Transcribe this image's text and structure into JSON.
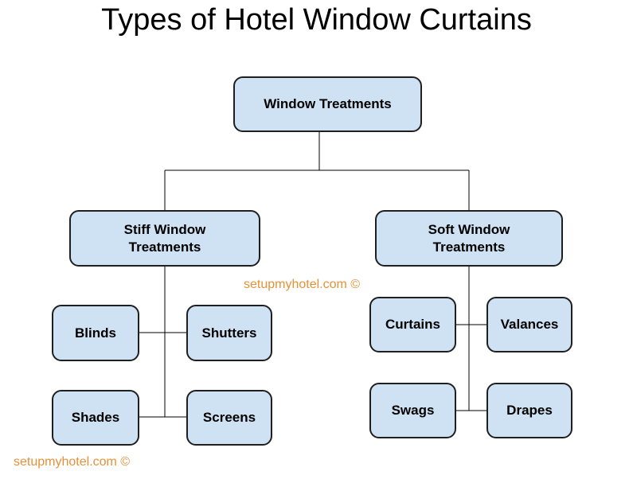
{
  "title": "Types of Hotel Window Curtains",
  "nodes": {
    "root": "Window Treatments",
    "stiff": "Stiff Window\nTreatments",
    "soft": "Soft Window\nTreatments",
    "blinds": "Blinds",
    "shutters": "Shutters",
    "shades": "Shades",
    "screens": "Screens",
    "curtains": "Curtains",
    "valances": "Valances",
    "swags": "Swags",
    "drapes": "Drapes"
  },
  "watermarks": {
    "center": "setupmyhotel.com ©",
    "bottom_left": "setupmyhotel.com ©"
  },
  "colors": {
    "node_fill": "#cfe2f3",
    "node_border": "#1f1f1f",
    "watermark": "#e69138"
  }
}
